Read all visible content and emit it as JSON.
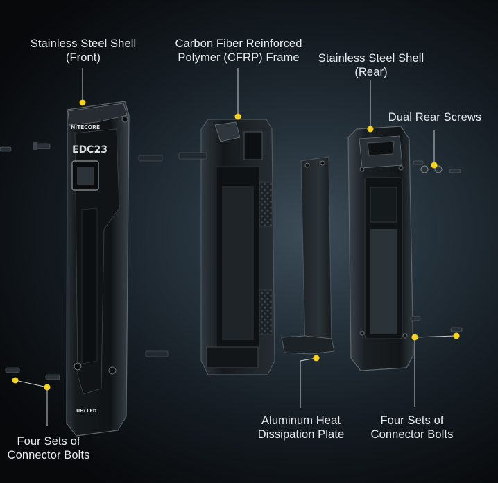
{
  "labels": {
    "front_shell": [
      "Stainless Steel Shell",
      "(Front)"
    ],
    "cfrp_frame": [
      "Carbon Fiber Reinforced",
      "Polymer (CFRP) Frame"
    ],
    "rear_shell": [
      "Stainless Steel Shell",
      "(Rear)"
    ],
    "rear_screws": [
      "Dual Rear Screws"
    ],
    "heat_plate": [
      "Aluminum Heat",
      "Dissipation Plate"
    ],
    "bolts_left": [
      "Four Sets of",
      "Connector Bolts"
    ],
    "bolts_right": [
      "Four Sets of",
      "Connector Bolts"
    ]
  },
  "product": {
    "brand": "NITECORE",
    "model": "EDC23",
    "badge": "UHi LED"
  },
  "colors": {
    "marker": "#f7d21a",
    "leader": "#c9ced2",
    "label_text": "#e8ecef",
    "metal_dark": "#15191c",
    "metal_edge": "#5d666d"
  }
}
